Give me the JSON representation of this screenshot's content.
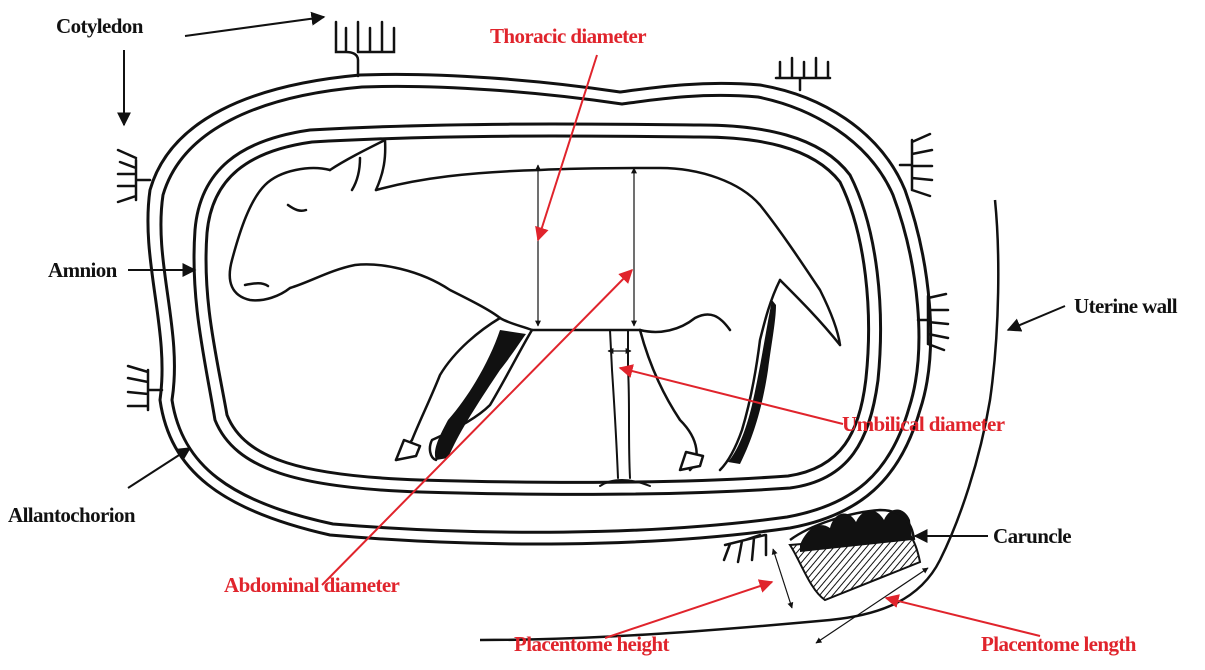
{
  "colors": {
    "ink": "#111111",
    "annotation": "#e0242c",
    "background": "#ffffff"
  },
  "labels": {
    "cotyledon": "Cotyledon",
    "amnion": "Amnion",
    "allantochorion": "Allantochorion",
    "uterine_wall": "Uterine wall",
    "caruncle": "Caruncle",
    "thoracic_diameter": "Thoracic diameter",
    "abdominal_diameter": "Abdominal diameter",
    "umbilical_diameter": "Umbilical diameter",
    "placentome_height": "Placentome height",
    "placentome_length": "Placentome length"
  }
}
